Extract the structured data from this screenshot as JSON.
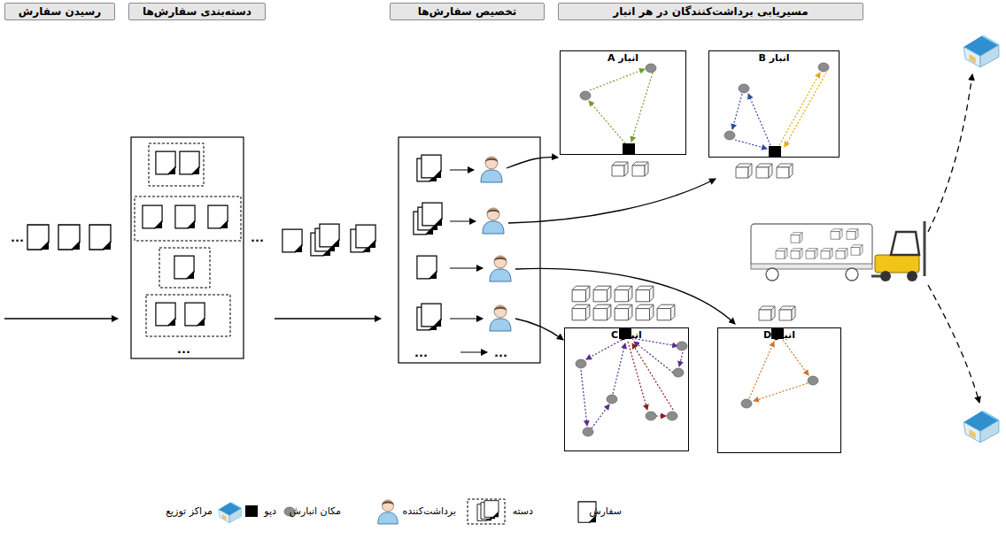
{
  "diagram": {
    "nodes": [
      {
        "text": [
          "رسیدن سفارش"
        ]
      },
      {
        "text": [
          "دسته‌بندی سفارش‌ها"
        ]
      },
      {
        "text": [
          "تخصیص سفارش‌ها"
        ]
      },
      {
        "text": [
          "مسیریابی برداشت‌کنندگان در هر انبار"
        ]
      },
      {
        "text": [
          "انبار A"
        ]
      },
      {
        "text": [
          "انبار B"
        ]
      },
      {
        "text": [
          "انبار C"
        ]
      },
      {
        "text": [
          "انبار D"
        ]
      }
    ],
    "labels": [
      "...",
      "...",
      "...",
      "...",
      "..."
    ],
    "legend": [
      {
        "text": "سفارش"
      },
      {
        "text": "دسته"
      },
      {
        "text": "برداشت‌کننده"
      },
      {
        "text": "مکان انبارش"
      },
      {
        "text": "دپو"
      },
      {
        "text": "مراکز توزیع"
      }
    ]
  }
}
